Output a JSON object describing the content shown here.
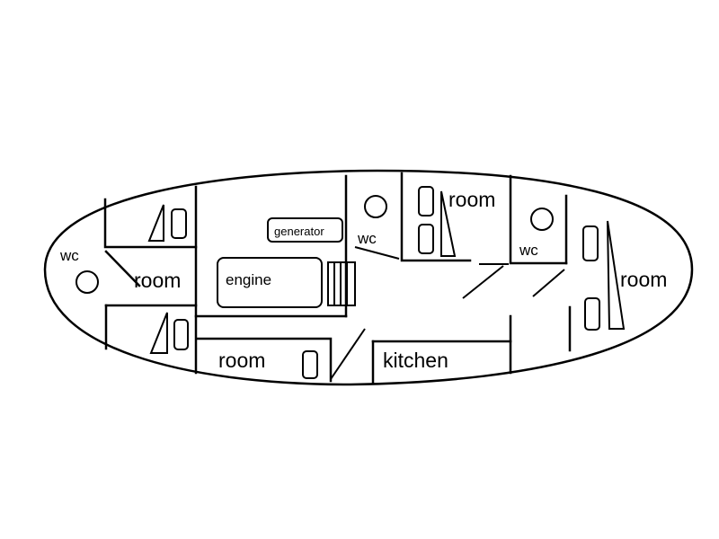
{
  "labels": {
    "wc_left": "wc",
    "room_left": "room",
    "generator": "generator",
    "engine": "engine",
    "wc_center": "wc",
    "room_top": "room",
    "wc_right": "wc",
    "room_right": "room",
    "room_bottom": "room",
    "kitchen": "kitchen"
  }
}
